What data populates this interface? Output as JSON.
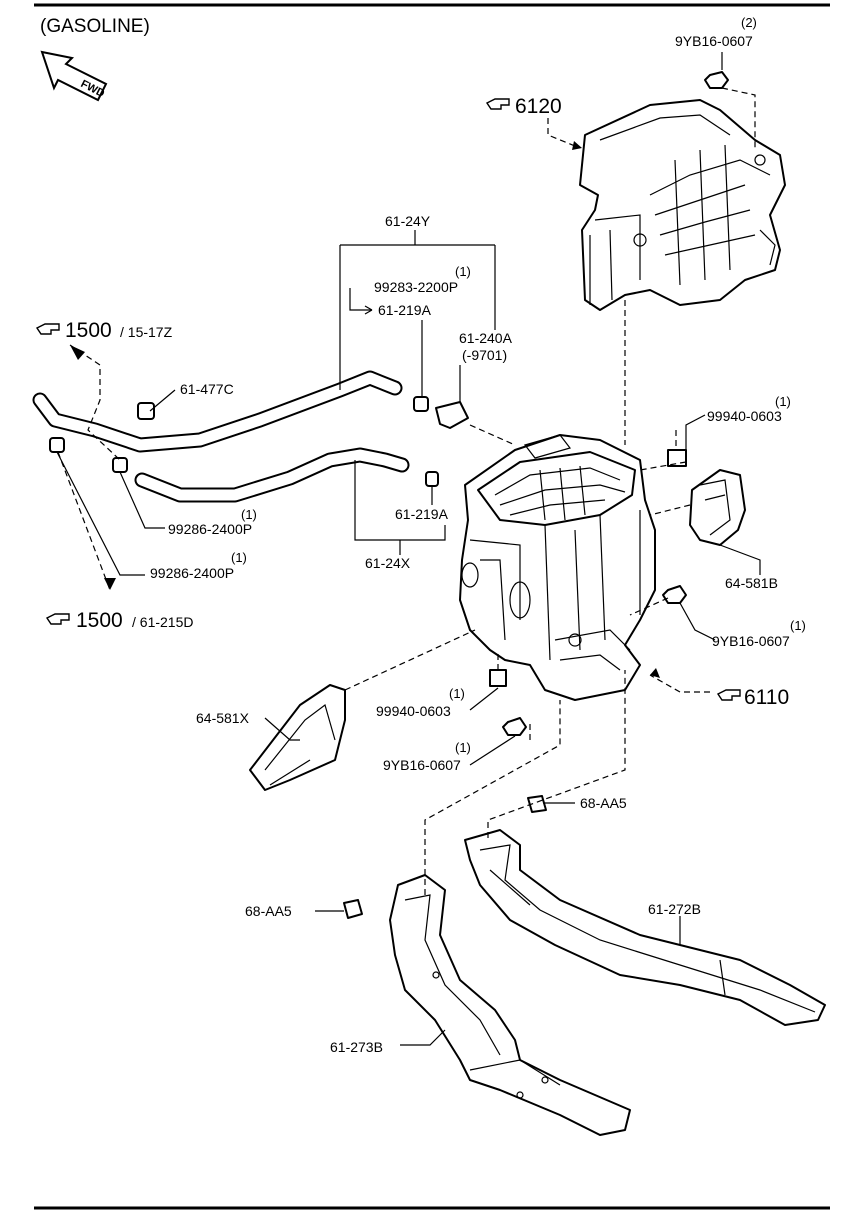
{
  "header": {
    "title": "(GASOLINE)",
    "fwd_label": "FWD"
  },
  "refs": {
    "r6120": "6120",
    "r6110": "6110",
    "r1500a": "1500",
    "r1500a_sub": "/ 15-17Z",
    "r1500b": "1500",
    "r1500b_sub": "/ 61-215D"
  },
  "labels": {
    "p_9yb16_top": "9YB16-0607",
    "q_9yb16_top": "(2)",
    "p_61_24y": "61-24Y",
    "p_99283": "99283-2200P",
    "q_99283": "(1)",
    "p_61_219a_top": "61-219A",
    "p_61_240a": "61-240A",
    "p_9701": "(-9701)",
    "p_61_477c": "61-477C",
    "p_99940_right": "99940-0603",
    "q_99940_right": "(1)",
    "p_61_219a_mid": "61-219A",
    "p_99286_a": "99286-2400P",
    "q_99286_a": "(1)",
    "p_99286_b": "99286-2400P",
    "q_99286_b": "(1)",
    "p_61_24x": "61-24X",
    "p_64_581b": "64-581B",
    "p_9yb16_right": "9YB16-0607",
    "q_9yb16_right": "(1)",
    "p_64_581x": "64-581X",
    "p_99940_mid": "99940-0603",
    "q_99940_mid": "(1)",
    "p_9yb16_mid": "9YB16-0607",
    "q_9yb16_mid": "(1)",
    "p_68_aa5_right": "68-AA5",
    "p_68_aa5_left": "68-AA5",
    "p_61_272b": "61-272B",
    "p_61_273b": "61-273B"
  }
}
